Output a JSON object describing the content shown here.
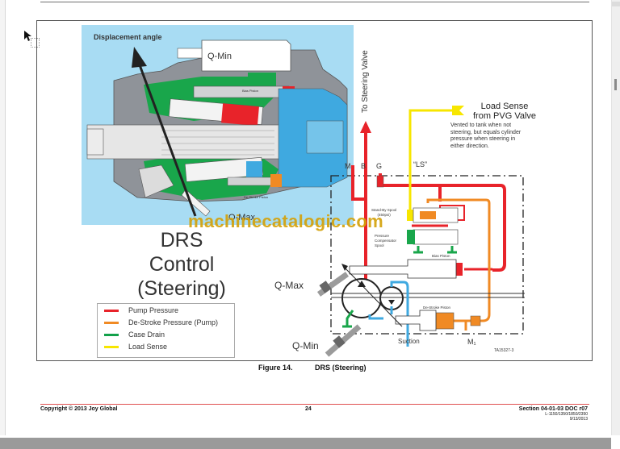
{
  "viewer": {
    "scrollbar_label": "vertical-scrollbar"
  },
  "figure": {
    "displacement_label": "Displacement angle",
    "cutaway": {
      "q_min": "Q-Min",
      "q_max": "Q-Max",
      "bias_piston": "Bias Piston",
      "destroke_piston": "De-Stroke Piston"
    },
    "drs_title_lines": [
      "DRS",
      "Control",
      "(Steering)"
    ],
    "to_steering_valve": "To Steering Valve",
    "load_sense_title": [
      "Load Sense",
      "from PVG Valve"
    ],
    "load_sense_note": [
      "Vented to tank when not",
      "steering, but equals cylinder",
      "pressure when steering in",
      "either direction."
    ],
    "schematic": {
      "port_m": "M",
      "port_b": "B",
      "port_g": "G",
      "port_ls": "“LS”",
      "standby_spool": [
        "Stand-By Spool",
        "(450psi)"
      ],
      "pressure_comp_spool": [
        "Pressure",
        "Compensator",
        "Spool"
      ],
      "bias_piston": "Bias Piston",
      "destroke_piston": "De-Stroke Piston",
      "q_max": "Q-Max",
      "q_min": "Q-Min",
      "suction": "Suction",
      "m1": "M₁",
      "ref": "TA15327-3"
    },
    "legend": [
      {
        "label": "Pump Pressure",
        "color": "#e8232a"
      },
      {
        "label": "De-Stroke Pressure (Pump)",
        "color": "#f08a24"
      },
      {
        "label": "Case Drain",
        "color": "#12a14a"
      },
      {
        "label": "Load Sense",
        "color": "#f7e600"
      }
    ],
    "watermark": "machinecatalogic.com"
  },
  "caption": {
    "number": "Figure 14.",
    "title": "DRS (Steering)"
  },
  "footer": {
    "copyright": "Copyright © 2013 Joy Global",
    "page": "24",
    "section": "Section 04-01-03 DOC r07",
    "models": "L-1150/1350/1850/2350",
    "date": "9/13/2013"
  },
  "colors": {
    "pump_pressure": "#e8232a",
    "destroke": "#f08a24",
    "case_drain": "#12a14a",
    "load_sense": "#f7e600",
    "suction": "#3fa9e0",
    "cutaway_bg": "#a8dcf3"
  }
}
